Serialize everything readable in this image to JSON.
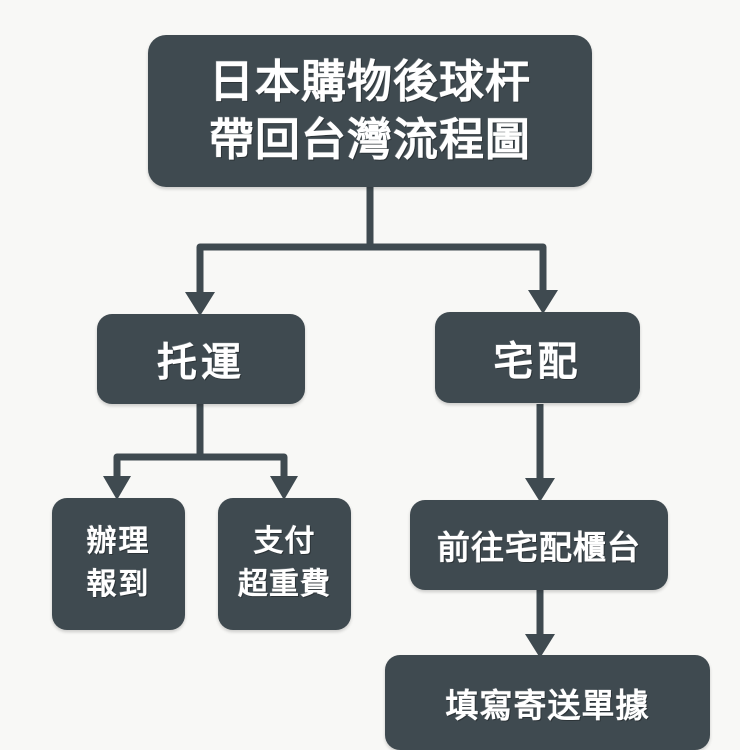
{
  "diagram": {
    "background_color": "#f8f8f6",
    "node_fill_color": "#3f4a50",
    "node_text_color": "#ffffff",
    "connector_color": "#3f4a50",
    "title_node": {
      "line1": "日本購物後球杆",
      "line2": "帶回台灣流程圖"
    },
    "nodes": {
      "checked_baggage": "托運",
      "home_delivery": "宅配",
      "check_in_line1": "辦理",
      "check_in_line2": "報到",
      "overweight_fee_line1": "支付",
      "overweight_fee_line2": "超重費",
      "go_to_counter": "前往宅配櫃台",
      "fill_form": "填寫寄送單據"
    }
  }
}
